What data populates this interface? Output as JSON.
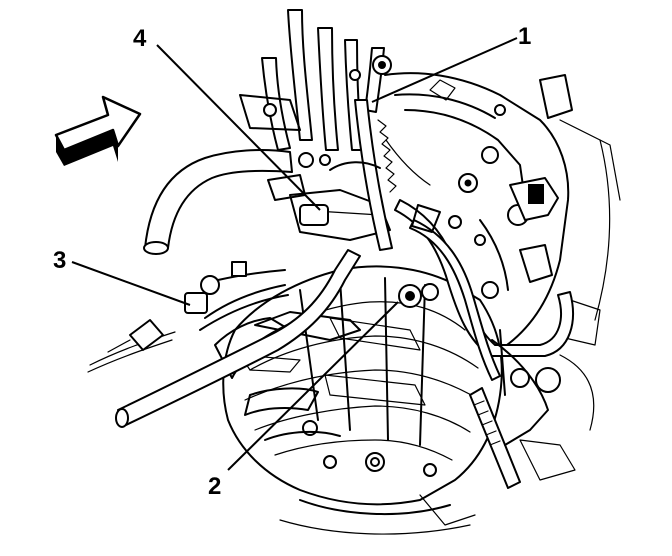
{
  "callouts": [
    {
      "id": "1",
      "label": "1"
    },
    {
      "id": "2",
      "label": "2"
    },
    {
      "id": "3",
      "label": "3"
    },
    {
      "id": "4",
      "label": "4"
    }
  ],
  "colors": {
    "ink": "#000000",
    "paper": "#ffffff"
  },
  "icons": {
    "direction": "arrow-icon"
  }
}
